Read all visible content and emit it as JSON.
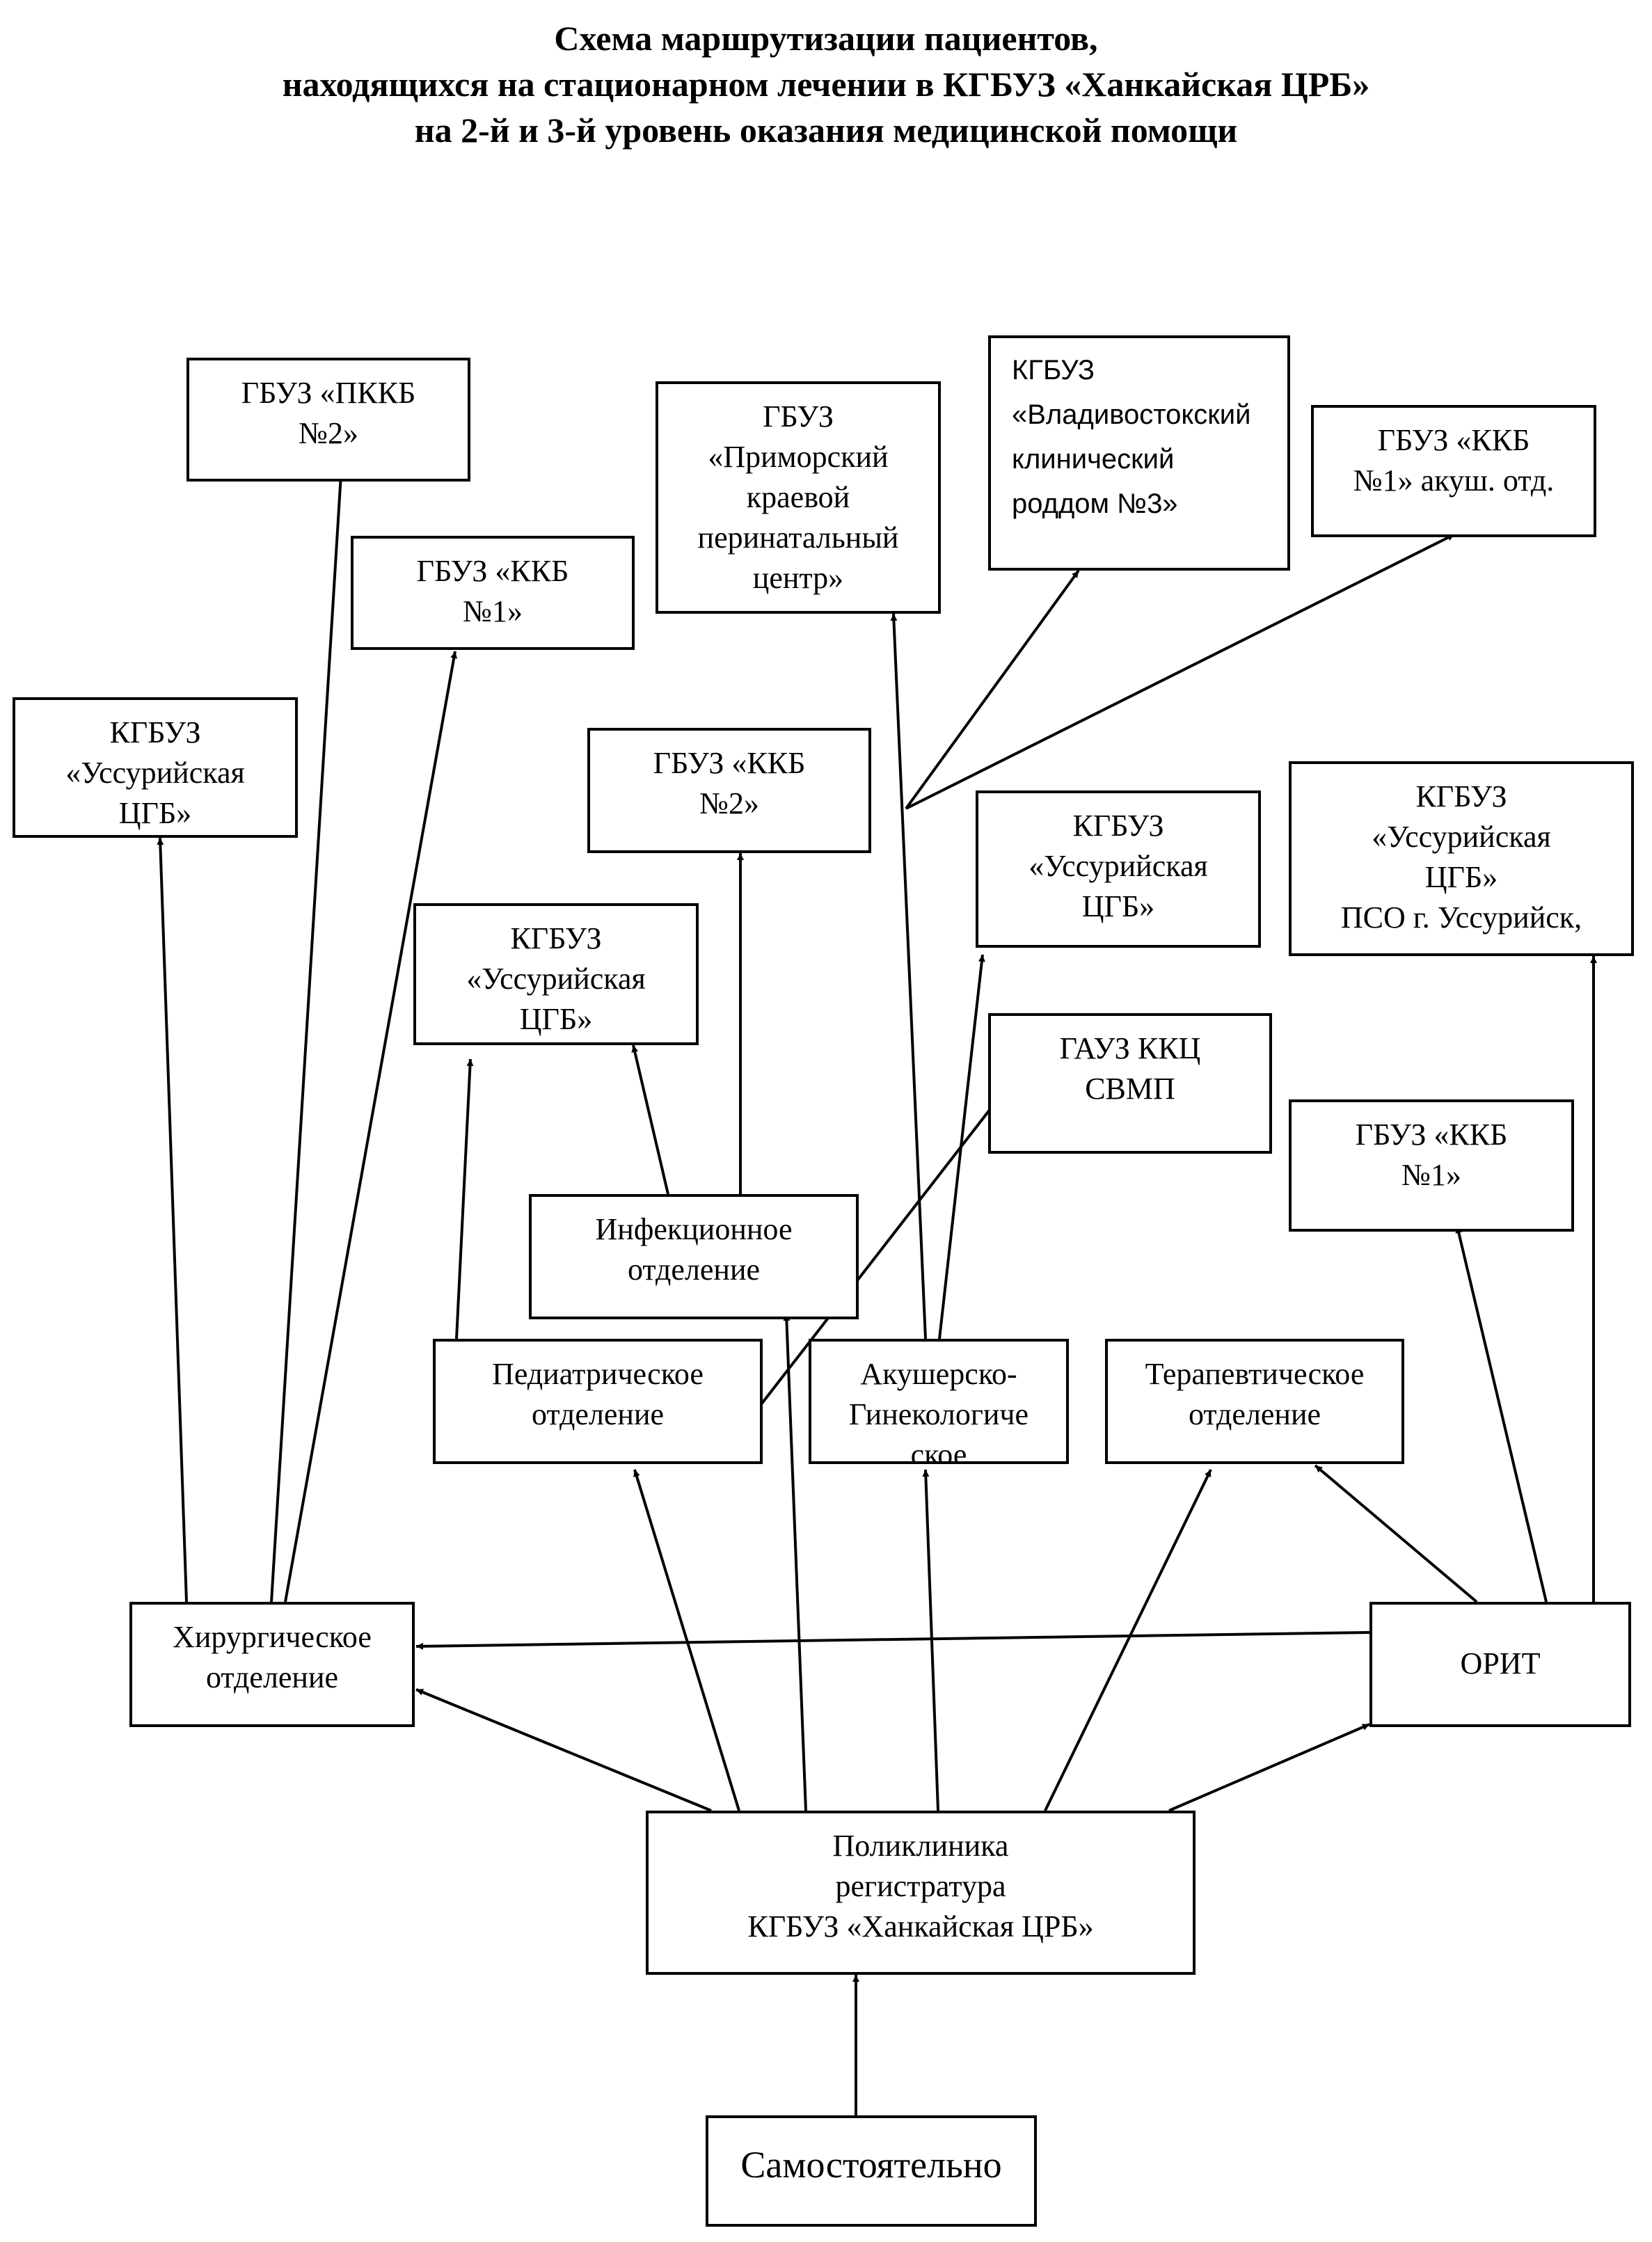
{
  "title": [
    "Схема маршрутизации пациентов,",
    "находящихся на стационарном лечении в КГБУЗ «Ханкайская ЦРБ»",
    "на 2-й и 3-й уровень оказания медицинской помощи"
  ],
  "nodes": {
    "pkkb2": [
      "ГБУЗ «ПККБ",
      "№2»"
    ],
    "kkb1_top": [
      "ГБУЗ «ККБ",
      "№1»"
    ],
    "ussuri_left": [
      "КГБУЗ",
      "«Уссурийская",
      "ЦГБ»"
    ],
    "perinatal": [
      "ГБУЗ",
      "«Приморский",
      "краевой",
      "перинатальный",
      "центр»"
    ],
    "roddom3": [
      "КГБУЗ",
      "«Владивостокский",
      "клинический",
      "роддом №3»"
    ],
    "kkb1_akush": [
      "ГБУЗ «ККБ",
      "№1» акуш. отд."
    ],
    "kkb2": [
      "ГБУЗ «ККБ",
      "№2»"
    ],
    "ussuri_mid": [
      "КГБУЗ",
      "«Уссурийская",
      "ЦГБ»"
    ],
    "ussuri_right": [
      "КГБУЗ",
      "«Уссурийская",
      "ЦГБ»"
    ],
    "ussuri_pso": [
      "КГБУЗ",
      "«Уссурийская",
      "ЦГБ»",
      "ПСО г. Уссурийск,"
    ],
    "gauz": [
      "ГАУЗ ККЦ",
      "СВМП"
    ],
    "kkb1_right": [
      "ГБУЗ «ККБ",
      "№1»"
    ],
    "infect": [
      "Инфекционное",
      "отделение"
    ],
    "pediatr": [
      "Педиатрическое",
      "отделение"
    ],
    "akush": [
      "Акушерско-",
      "Гинекологиче",
      "ское"
    ],
    "terap": [
      "Терапевтическое",
      "отделение"
    ],
    "hirurg": [
      "Хирургическое",
      "отделение"
    ],
    "orit": [
      "ОРИТ"
    ],
    "poliklinika": [
      "Поликлиника",
      "регистратура",
      "КГБУЗ «Ханкайская ЦРБ»"
    ],
    "samost": [
      "Самостоятельно"
    ]
  }
}
